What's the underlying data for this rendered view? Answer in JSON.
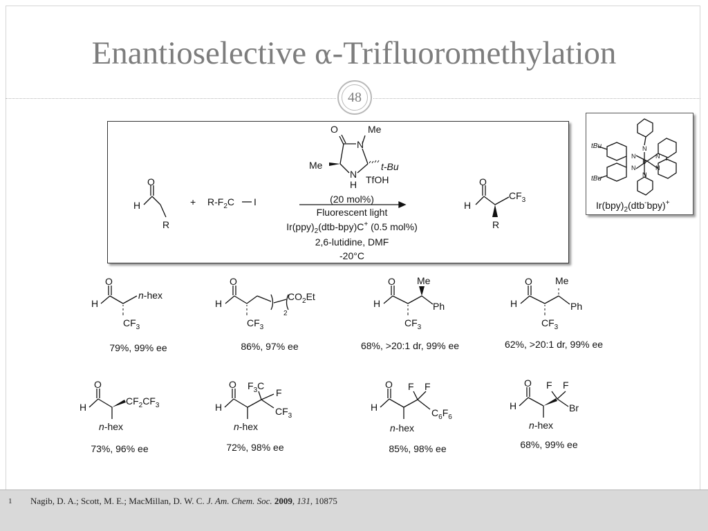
{
  "slide": {
    "title_pre": "Enantioselective ",
    "title_alpha": "α",
    "title_post": "-Trifluoromethylation",
    "slide_number": "48"
  },
  "scheme": {
    "plus": "+",
    "reagent_label": "R-F",
    "reagent_sub": "2",
    "reagent_c": "C",
    "reagent_i": "I",
    "catalyst_me": "Me",
    "catalyst_tbu": "t-Bu",
    "catalyst_acid": "TfOH",
    "condition_loading": "(20 mol%)",
    "condition_light": "Fluorescent light",
    "condition_photocat_a": "Ir(ppy)",
    "condition_photocat_sub": "2",
    "condition_photocat_b": "(dtb-bpy)C",
    "condition_photocat_sup": "+",
    "condition_photocat_c": " (0.5 mol%)",
    "condition_base_solvent": "2,6-lutidine, DMF",
    "condition_temp": "-20°C"
  },
  "photocatalyst": {
    "label_a": "Ir(bpy)",
    "label_sub": "2",
    "label_b": "(dtb",
    "label_sup1": "-",
    "label_c": "bpy)",
    "label_sup2": "+",
    "tbu": "tBu",
    "ir": "Ir",
    "n": "N"
  },
  "atoms": {
    "o": "O",
    "h": "H",
    "n": "N",
    "r": "R",
    "ph": "Ph",
    "me": "Me",
    "f": "F",
    "br": "Br",
    "cf3": "CF",
    "sub3": "3",
    "sub2": "2",
    "nhex_it": "n",
    "nhex": "-hex",
    "co2et_a": "CO",
    "co2et_b": "Et",
    "cf2cf3_a": "CF",
    "cf2cf3_b": "CF",
    "f3c_a": "F",
    "f3c_b": "C",
    "c6f6_a": "C",
    "c6f6_b": "F",
    "c6_sub": "6"
  },
  "products": [
    {
      "result": "79%, 99% ee"
    },
    {
      "result": "86%, 97% ee"
    },
    {
      "result": "68%, >20:1 dr, 99% ee"
    },
    {
      "result": "62%, >20:1 dr, 99% ee"
    },
    {
      "result": "73%, 96% ee"
    },
    {
      "result": "72%, 98% ee"
    },
    {
      "result": "85%, 98% ee"
    },
    {
      "result": "68%, 99% ee"
    }
  ],
  "footer": {
    "number": "1",
    "authors": "Nagib, D. A.; Scott, M. E.; MacMillan, D. W. C. ",
    "journal": "J. Am. Chem. Soc.",
    "year": "2009",
    "volume": "131",
    "pages": ", 10875"
  }
}
